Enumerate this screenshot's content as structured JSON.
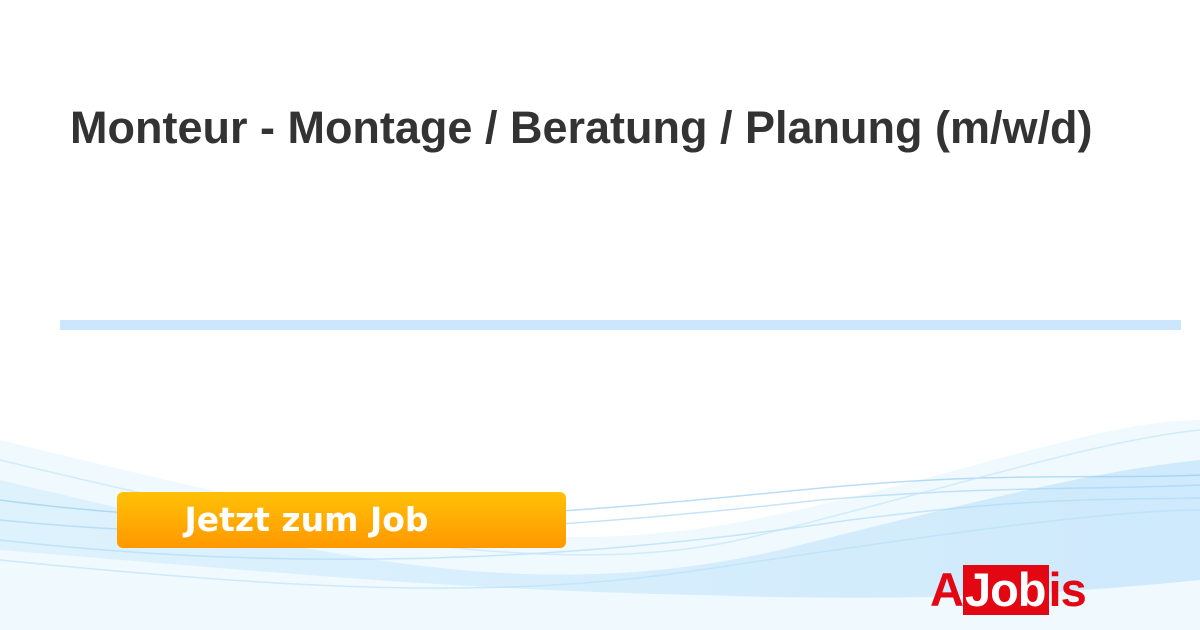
{
  "job": {
    "title": "Monteur - Montage / Beratung / Planung (m/w/d)"
  },
  "cta": {
    "label": "Jetzt zum Job"
  },
  "logo": {
    "part1": "A",
    "part2": "Job",
    "part3": "is",
    "color": "#e30613"
  },
  "colors": {
    "divider": "#cce7fd",
    "button_top": "#ffc107",
    "button_bottom": "#ff9800"
  }
}
